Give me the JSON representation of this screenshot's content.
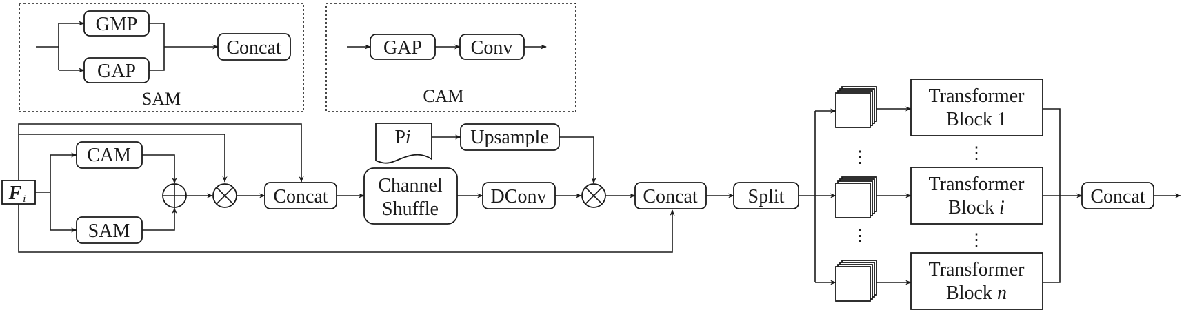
{
  "sam_panel": {
    "caption": "SAM",
    "gmp": "GMP",
    "gap": "GAP",
    "concat": "Concat"
  },
  "cam_panel": {
    "caption": "CAM",
    "gap": "GAP",
    "conv": "Conv"
  },
  "input": {
    "base": "F",
    "sub": "i"
  },
  "nodes": {
    "cam": "CAM",
    "sam": "SAM",
    "concat1": "Concat",
    "channel_shuffle_line1": "Channel",
    "channel_shuffle_line2": "Shuffle",
    "dconv": "DConv",
    "pi_p": "P",
    "pi_i": "i",
    "upsample": "Upsample",
    "concat2": "Concat",
    "split": "Split",
    "concat_out": "Concat"
  },
  "transformers": {
    "word": "Transformer",
    "block1": {
      "line2": "Block 1"
    },
    "blocki": {
      "prefix": "Block ",
      "index": "i"
    },
    "blockn": {
      "prefix": "Block ",
      "index": "n"
    }
  },
  "ellipsis": "⋮"
}
